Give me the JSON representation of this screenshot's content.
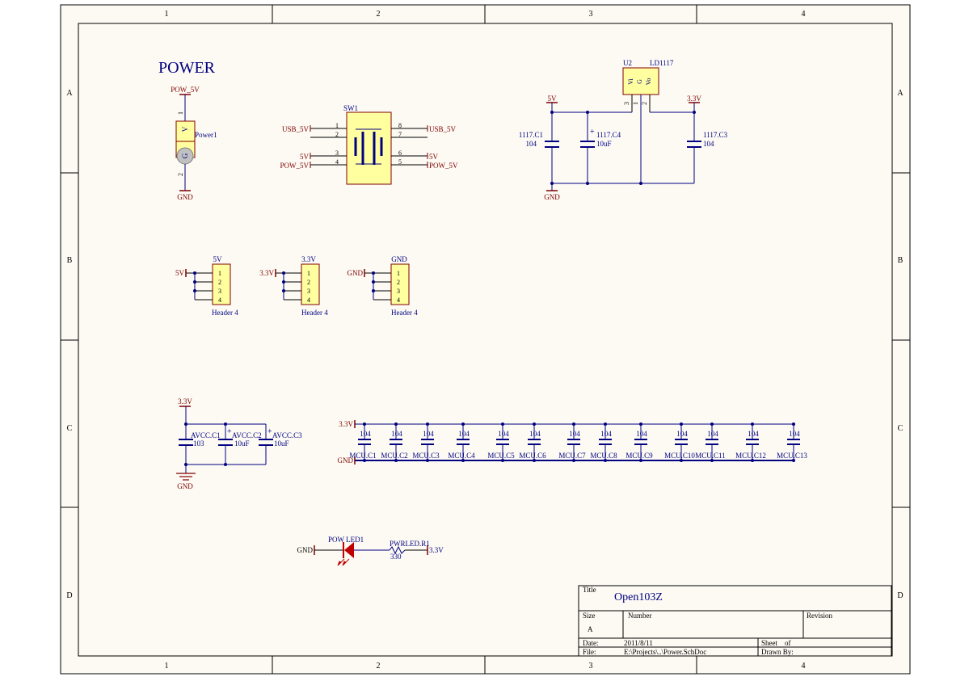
{
  "frame": {
    "columns": [
      "1",
      "2",
      "3",
      "4"
    ],
    "rows": [
      "A",
      "B",
      "C",
      "D"
    ]
  },
  "colors": {
    "paper": "#fcfaf3",
    "wire": "#000080",
    "power_port": "#800000",
    "component_fill": "#ffff9f",
    "component_border": "#800000",
    "led": "#c00000"
  },
  "sheet_title": "POWER",
  "power_jack": {
    "net_top": "POW_5V",
    "pin_top": "1",
    "pin_bottom": "2",
    "label_v": "V",
    "label_g": "G",
    "designator": "Power1",
    "net_bottom": "GND"
  },
  "switch": {
    "designator": "SW1",
    "pins_left": [
      "1",
      "2",
      "3",
      "4"
    ],
    "pins_right": [
      "8",
      "7",
      "6",
      "5"
    ],
    "nets_left": [
      "USB_5V",
      "5V",
      "POW_5V"
    ],
    "nets_right": [
      "USB_5V",
      "5V",
      "POW_5V"
    ]
  },
  "regulator": {
    "designator": "U2",
    "part": "LD1117",
    "pin_labels": [
      "Vi",
      "G",
      "Vo"
    ],
    "pin_numbers": [
      "3",
      "1",
      "2"
    ],
    "net_in": "5V",
    "net_out": "3.3V",
    "net_gnd": "GND",
    "caps": [
      {
        "name": "1117.C1",
        "value": "104"
      },
      {
        "name": "1117.C4",
        "value": "10uF"
      },
      {
        "name": "1117.C3",
        "value": "104"
      }
    ]
  },
  "headers": [
    {
      "title": "5V",
      "net": "5V",
      "pins": [
        "1",
        "2",
        "3",
        "4"
      ],
      "part": "Header 4"
    },
    {
      "title": "3.3V",
      "net": "3.3V",
      "pins": [
        "1",
        "2",
        "3",
        "4"
      ],
      "part": "Header 4"
    },
    {
      "title": "GND",
      "net": "GND",
      "pins": [
        "1",
        "2",
        "3",
        "4"
      ],
      "part": "Header 4"
    }
  ],
  "avcc": {
    "net_top": "3.3V",
    "net_bottom": "GND",
    "caps": [
      {
        "name": "AVCC.C1",
        "value": "103"
      },
      {
        "name": "AVCC.C2",
        "value": "10uF"
      },
      {
        "name": "AVCC.C3",
        "value": "10uF"
      }
    ]
  },
  "mcu": {
    "net_top": "3.3V",
    "net_bottom": "GND",
    "value": "104",
    "names": [
      "MCU.C1",
      "MCU.C2",
      "MCU.C3",
      "MCU.C4",
      "MCU.C5",
      "MCU.C6",
      "MCU.C7",
      "MCU.C8",
      "MCU.C9",
      "MCU.C10",
      "MCU.C11",
      "MCU.C12",
      "MCU.C13"
    ]
  },
  "led": {
    "net_left": "GND",
    "designator": "POW LED1",
    "resistor": "PWRLED.R1",
    "resistor_value": "330",
    "net_right": "3.3V"
  },
  "title_block": {
    "title_label": "Title",
    "title": "Open103Z",
    "size_label": "Size",
    "size": "A",
    "number_label": "Number",
    "revision_label": "Revision",
    "date_label": "Date:",
    "date": "2011/8/11",
    "file_label": "File:",
    "file": "E:\\Projects\\..\\Power.SchDoc",
    "sheet_label": "Sheet    of",
    "drawn_label": "Drawn By:"
  }
}
